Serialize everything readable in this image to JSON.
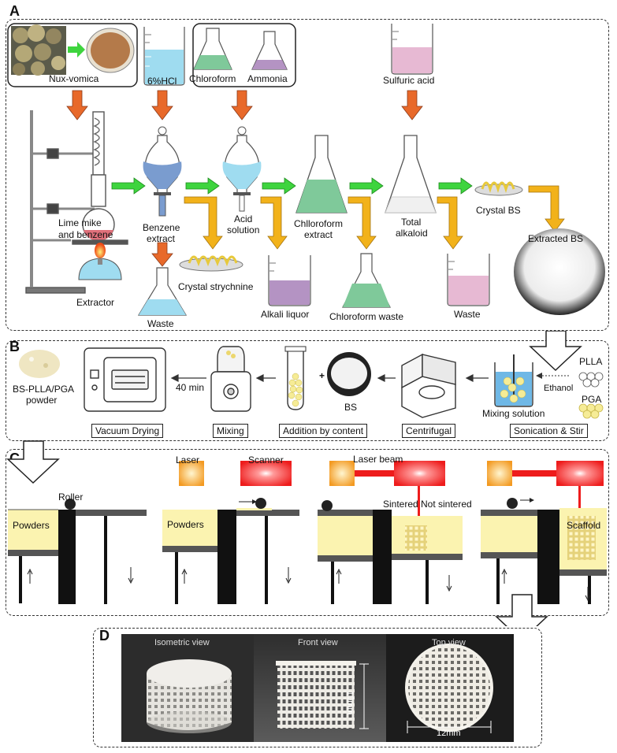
{
  "panels": {
    "a": "A",
    "b": "B",
    "c": "C",
    "d": "D"
  },
  "a": {
    "nux": "Nux-vomica",
    "hcl": "6%HCl",
    "chloroform": "Chloroform",
    "ammonia": "Ammonia",
    "sulfuric": "Sulfuric acid",
    "lime1": "Lime mike",
    "lime2": "and benzene",
    "extractor": "Extractor",
    "benzene1": "Benzene",
    "benzene2": "extract",
    "waste1": "Waste",
    "crystal_strychnine": "Crystal strychnine",
    "acid1": "Acid",
    "acid2": "solution",
    "alkali": "Alkali liquor",
    "chl1": "Chlloroform",
    "chl2": "extract",
    "chl_waste": "Chloroform waste",
    "total1": "Total",
    "total2": "alkaloid",
    "waste2": "Waste",
    "crystal_bs": "Crystal BS",
    "extracted_bs": "Extracted BS"
  },
  "b": {
    "powder1": "BS-PLLA/PGA",
    "powder2": "powder",
    "min40": "40 min",
    "bs": "BS",
    "plus": "+",
    "plla": "PLLA",
    "pga": "PGA",
    "ethanol": "Ethanol",
    "mixing_solution": "Mixing solution",
    "vacuum": "Vacuum Drying",
    "mixing": "Mixing",
    "addition": "Addition by content",
    "centrifugal": "Centrifugal",
    "sonication": "Sonication & Stir"
  },
  "c": {
    "roller": "Roller",
    "powders1": "Powders",
    "laser": "Laser",
    "scanner": "Scanner",
    "powders2": "Powders",
    "laser_beam": "Laser beam",
    "sintered": "Sintered",
    "not_sintered": "Not sintered",
    "scaffold": "Scaffold"
  },
  "d": {
    "iso": "Isometric view",
    "front": "Front view",
    "top": "Top view",
    "h": "10mm",
    "w": "12mm"
  },
  "colors": {
    "green_arrow": "#3ed43e",
    "orange_arrow": "#e8692a",
    "gold_arrow": "#f2b21a",
    "powder": "#fbf3b0",
    "laser_red": "#ee1c1c",
    "laser_orange": "#f6a53a",
    "liquid_blue": "#9fdcf0",
    "liquid_pink": "#e7b9d3",
    "liquid_green": "#7fc99a",
    "liquid_purple": "#b493c3"
  }
}
